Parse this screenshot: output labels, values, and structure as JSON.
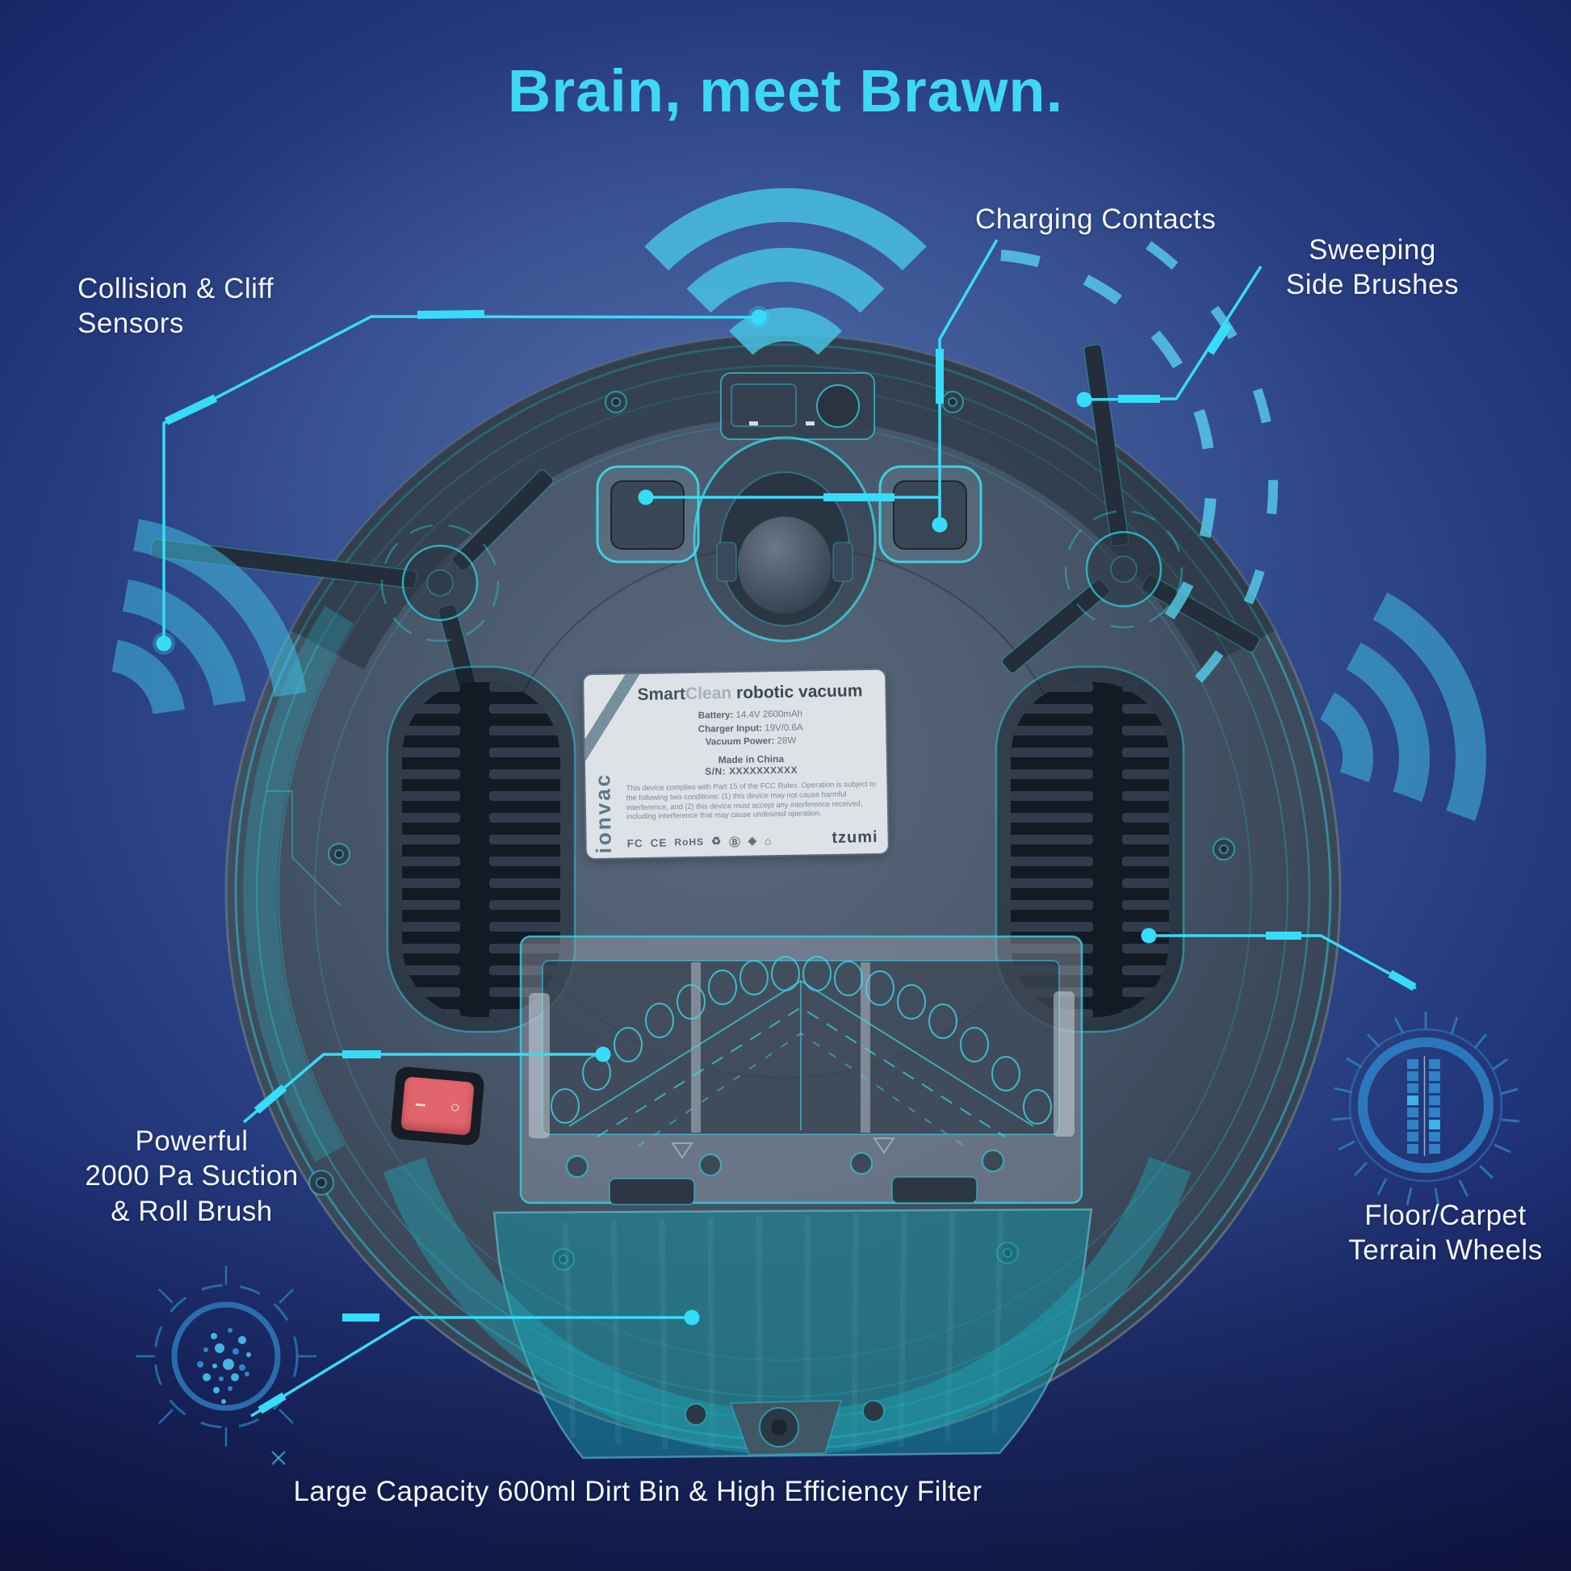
{
  "title": "Brain, meet Brawn.",
  "callouts": {
    "collision_cliff_sensors": {
      "label": "Collision & Cliff Sensors"
    },
    "charging_contacts": {
      "label": "Charging Contacts"
    },
    "sweeping_side_brushes": {
      "label": "Sweeping\nSide Brushes"
    },
    "suction_roll_brush": {
      "label": "Powerful\n2000 Pa Suction\n& Roll Brush"
    },
    "terrain_wheels": {
      "label": "Floor/Carpet\nTerrain Wheels"
    },
    "dirt_bin": {
      "label": "Large Capacity 600ml Dirt Bin & High Efficiency Filter"
    }
  },
  "plate": {
    "brand_smart": "Smart",
    "brand_clean": "Clean",
    "brand_product": " robotic vacuum",
    "specs": [
      {
        "label": "Battery:",
        "value": " 14.4V 2600mAh"
      },
      {
        "label": "Charger Input:",
        "value": " 19V/0.6A"
      },
      {
        "label": "Vacuum Power:",
        "value": " 28W"
      }
    ],
    "made_in": "Made in China",
    "serial": "S/N: XXXXXXXXXX",
    "fcc_text": "This device complies with Part 15 of the FCC Rules. Operation is subject to the following two conditions: (1) this device may not cause harmful interference, and (2) this device must accept any interference received, including interference that may cause undesired operation.",
    "certifications": [
      {
        "name": "fcc-mark",
        "glyph": "FC"
      },
      {
        "name": "ce-mark",
        "glyph": "CE"
      },
      {
        "name": "rohs-mark",
        "glyph": "RoHS"
      },
      {
        "name": "recycle-icon",
        "glyph": "♻"
      },
      {
        "name": "bc-mark",
        "glyph": "Ⓑ"
      },
      {
        "name": "diamond-mark",
        "glyph": "◈"
      },
      {
        "name": "house-mark",
        "glyph": "⌂"
      }
    ],
    "side_brand": "ionvac",
    "logo": "tzumi"
  },
  "power_switch": {
    "line_glyph": "–",
    "circle_glyph": "○"
  },
  "colors": {
    "accent_cyan": "#3ed8f6",
    "teal": "#1ba7b8",
    "badge_blue": "#2e7ec2",
    "switch_red": "#e2656e",
    "background_top": "#3f5d99",
    "background_deep": "#101a52"
  }
}
